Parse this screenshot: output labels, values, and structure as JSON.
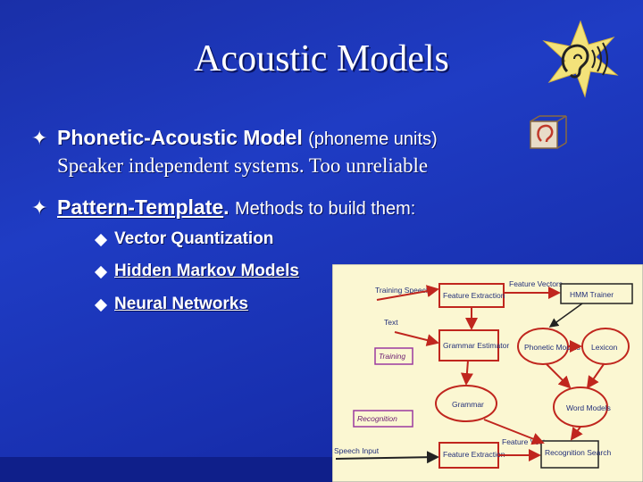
{
  "slide": {
    "title": "Acoustic Models",
    "bullets": [
      {
        "heading": "Phonetic-Acoustic Model",
        "note": "(phoneme units)",
        "detail": "Speaker independent systems. Too unreliable"
      },
      {
        "heading": "Pattern-Template",
        "punct": ".",
        "note": "Methods to build them:"
      }
    ],
    "sub_items": [
      "Vector Quantization",
      "Hidden Markov Models",
      "Neural Networks"
    ],
    "icons": [
      "ear-sound-icon",
      "speaker-icon",
      "diamond-bullet-icon"
    ]
  },
  "diagram": {
    "training_speech": "Training Speech",
    "feature_extraction": "Feature Extraction",
    "feature_vectors": "Feature Vectors",
    "hmm_trainer": "HMM Trainer",
    "text": "Text",
    "grammar_estimator": "Grammar Estimator",
    "phonetic_models": "Phonetic Models",
    "lexicon": "Lexicon",
    "training": "Training",
    "grammar": "Grammar",
    "word_models": "Word Models",
    "recognition": "Recognition",
    "speech_input": "Speech Input",
    "feature_extraction_2": "Feature Extraction",
    "feature_vectors_2": "Feature Vectors",
    "recognition_search": "Recognition Search"
  }
}
